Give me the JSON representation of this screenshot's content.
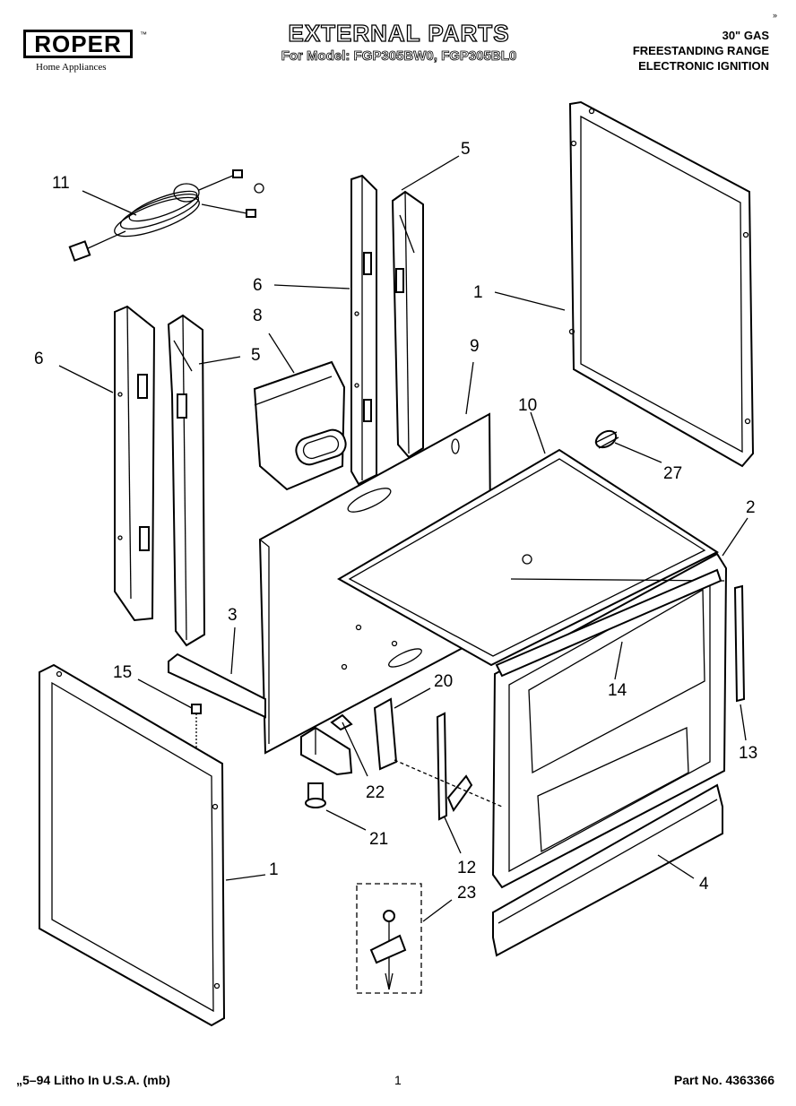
{
  "brand": {
    "name": "ROPER",
    "trademark": "™",
    "tagline": "Home Appliances"
  },
  "header": {
    "title": "EXTERNAL PARTS",
    "subtitle": "For Model: FGP305BW0, FGP305BL0",
    "product_line1": "30\" GAS",
    "product_line2": "FREESTANDING RANGE",
    "product_line3": "ELECTRONIC IGNITION",
    "corner_mark": "»"
  },
  "callouts": [
    "11",
    "5",
    "6",
    "1",
    "8",
    "6",
    "5",
    "9",
    "10",
    "27",
    "2",
    "3",
    "15",
    "20",
    "14",
    "13",
    "22",
    "21",
    "12",
    "1",
    "23",
    "4"
  ],
  "footer": {
    "print_info": "„5–94 Litho In U.S.A. (mb)",
    "page_number": "1",
    "part_number": "Part No. 4363366"
  }
}
